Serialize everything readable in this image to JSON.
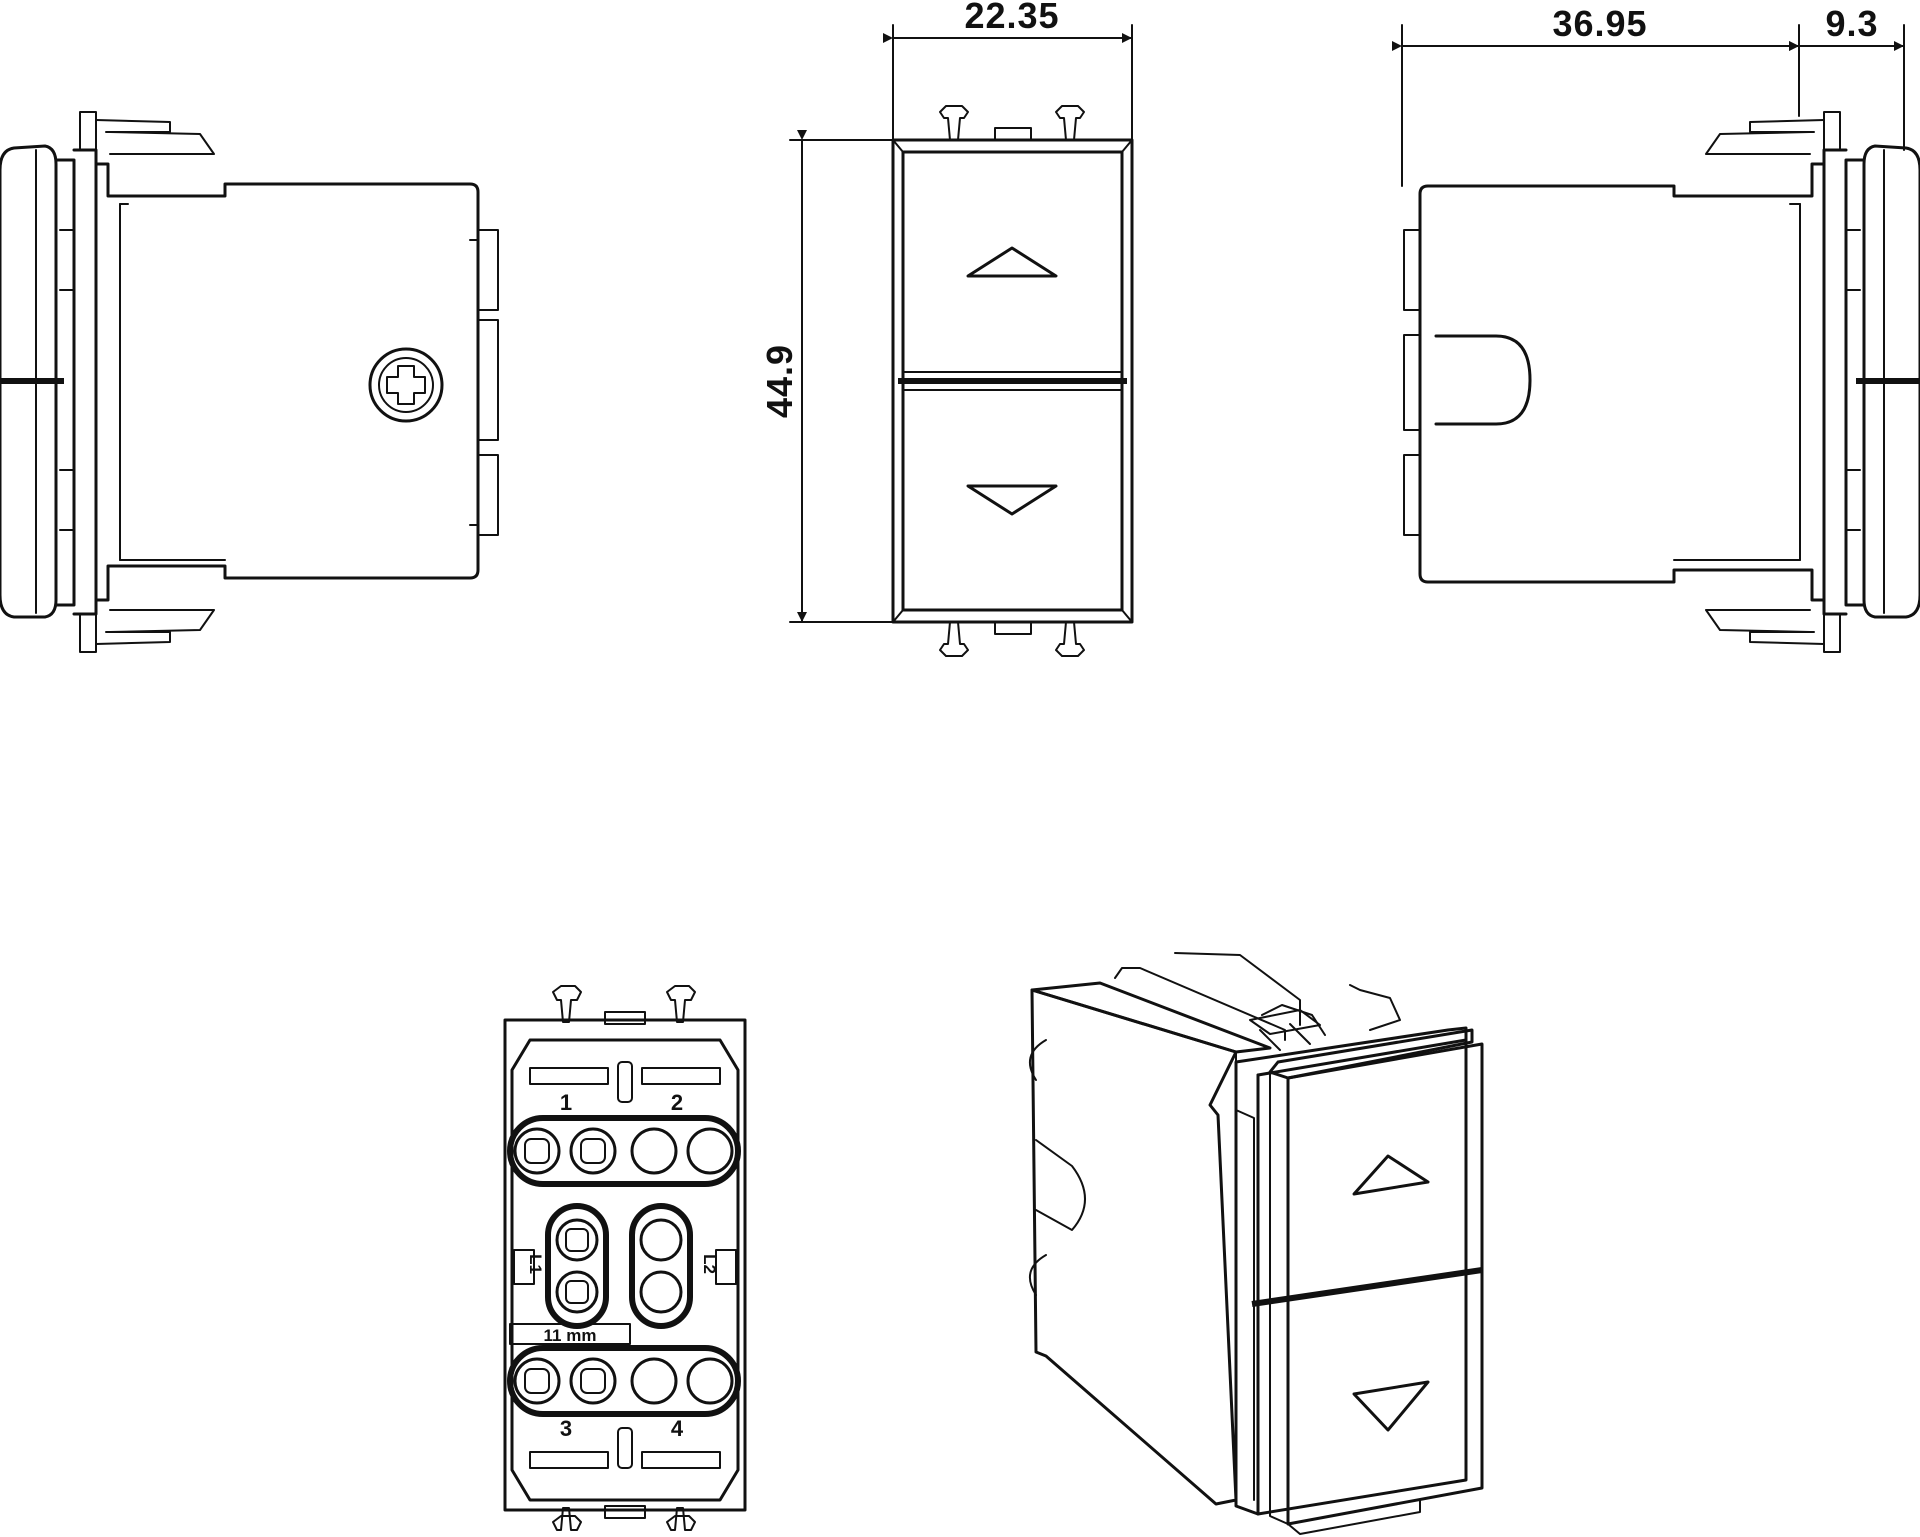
{
  "dimensions": {
    "width": "22.35",
    "height": "44.9",
    "depth": "36.95",
    "front_thickness": "9.3"
  },
  "terminal_labels": {
    "t1": "1",
    "t2": "2",
    "t3": "3",
    "t4": "4",
    "l1": "L1",
    "l2": "L2",
    "strip_length": "11 mm"
  },
  "views": [
    "side-view-left",
    "front-view",
    "side-view-right",
    "rear-view",
    "isometric-view"
  ],
  "icons": [
    "arrow-up-icon",
    "arrow-down-icon",
    "screw-icon"
  ]
}
